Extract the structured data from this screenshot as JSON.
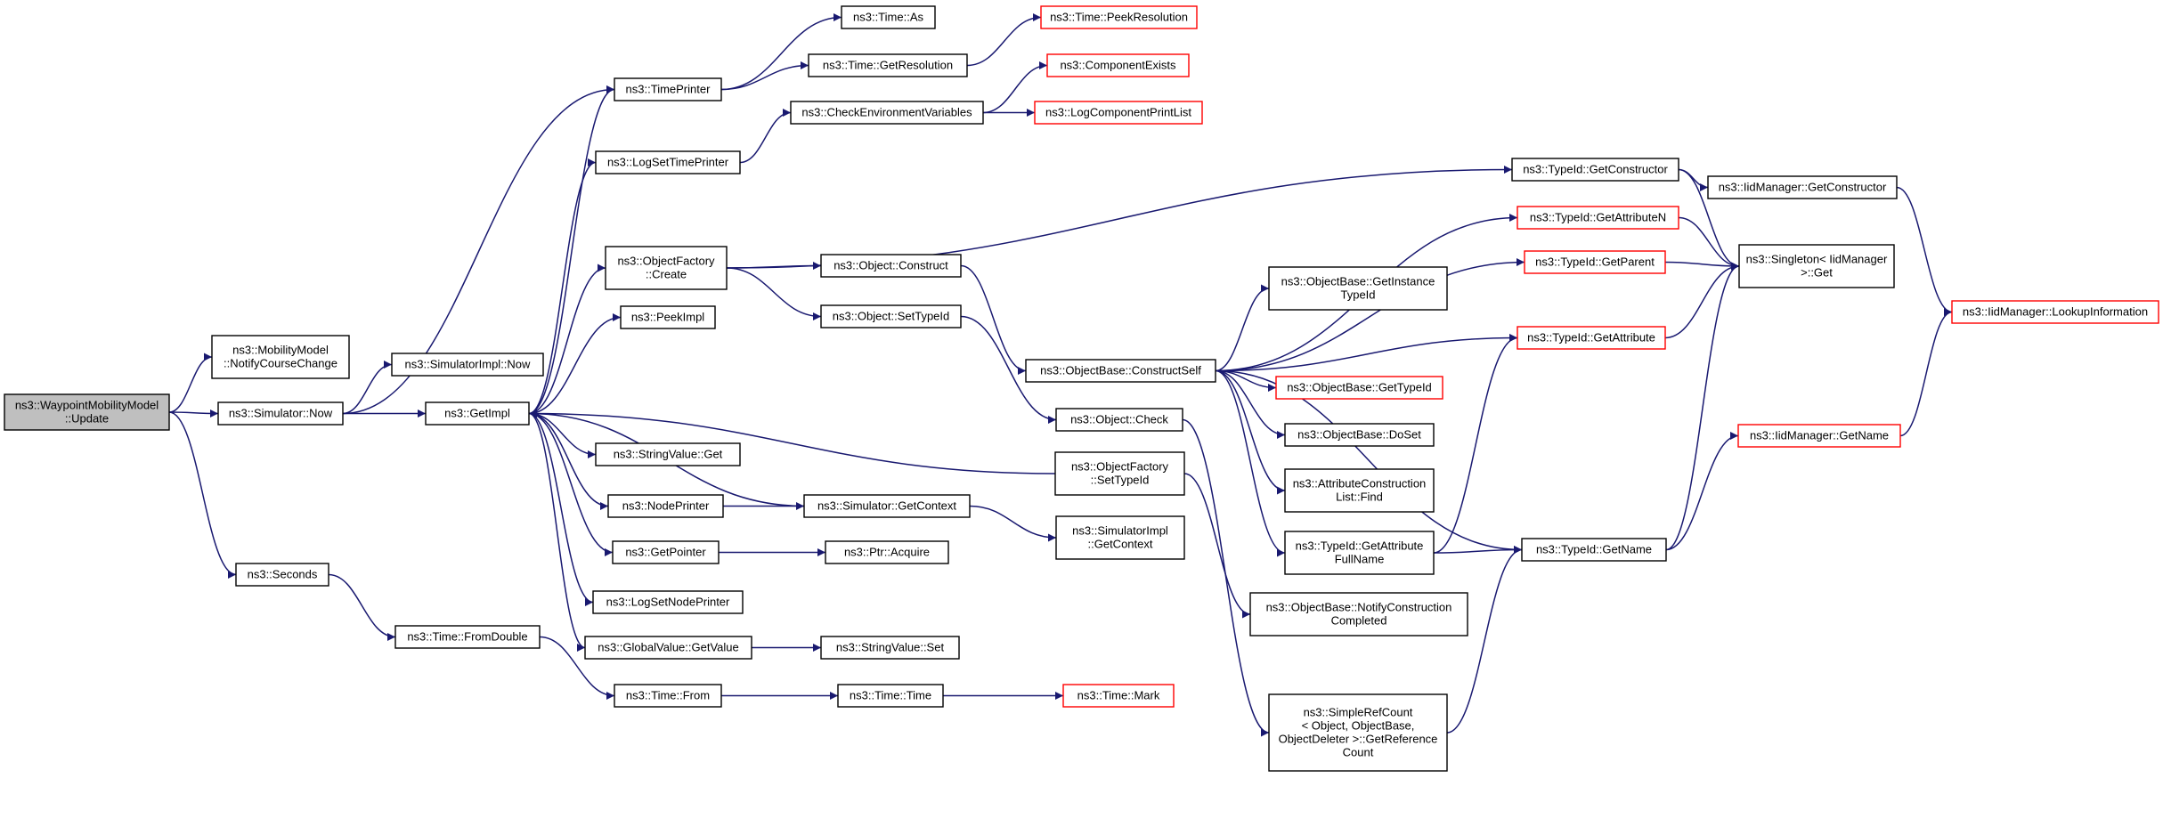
{
  "diagram": {
    "type": "call-graph",
    "colors": {
      "edge": "#191970",
      "node_border": "#000000",
      "truncated_border": "#ff0000",
      "root_fill": "#bfbfbf",
      "node_fill": "#ffffff"
    },
    "nodes": [
      {
        "id": "wp_update",
        "lines": [
          "ns3::WaypointMobilityModel",
          "::Update"
        ],
        "style": "root"
      },
      {
        "id": "notify_course",
        "lines": [
          "ns3::MobilityModel",
          "::NotifyCourseChange"
        ]
      },
      {
        "id": "sim_now",
        "lines": [
          "ns3::Simulator::Now"
        ]
      },
      {
        "id": "seconds",
        "lines": [
          "ns3::Seconds"
        ]
      },
      {
        "id": "time_printer",
        "lines": [
          "ns3::TimePrinter"
        ]
      },
      {
        "id": "simimpl_now",
        "lines": [
          "ns3::SimulatorImpl::Now"
        ]
      },
      {
        "id": "get_impl",
        "lines": [
          "ns3::GetImpl"
        ]
      },
      {
        "id": "time_fromdouble",
        "lines": [
          "ns3::Time::FromDouble"
        ]
      },
      {
        "id": "time_as",
        "lines": [
          "ns3::Time::As"
        ]
      },
      {
        "id": "time_getres",
        "lines": [
          "ns3::Time::GetResolution"
        ]
      },
      {
        "id": "time_peekres",
        "lines": [
          "ns3::Time::PeekResolution"
        ],
        "style": "truncated"
      },
      {
        "id": "check_env",
        "lines": [
          "ns3::CheckEnvironmentVariables"
        ]
      },
      {
        "id": "comp_exists",
        "lines": [
          "ns3::ComponentExists"
        ],
        "style": "truncated"
      },
      {
        "id": "logcomp_print",
        "lines": [
          "ns3::LogComponentPrintList"
        ],
        "style": "truncated"
      },
      {
        "id": "log_set_tp",
        "lines": [
          "ns3::LogSetTimePrinter"
        ]
      },
      {
        "id": "objfac_create",
        "lines": [
          "ns3::ObjectFactory",
          "::Create"
        ]
      },
      {
        "id": "peek_impl",
        "lines": [
          "ns3::PeekImpl"
        ]
      },
      {
        "id": "strval_get",
        "lines": [
          "ns3::StringValue::Get"
        ]
      },
      {
        "id": "node_printer",
        "lines": [
          "ns3::NodePrinter"
        ]
      },
      {
        "id": "get_pointer",
        "lines": [
          "ns3::GetPointer"
        ]
      },
      {
        "id": "log_set_np",
        "lines": [
          "ns3::LogSetNodePrinter"
        ]
      },
      {
        "id": "globalval_get",
        "lines": [
          "ns3::GlobalValue::GetValue"
        ]
      },
      {
        "id": "time_from",
        "lines": [
          "ns3::Time::From"
        ]
      },
      {
        "id": "obj_construct",
        "lines": [
          "ns3::Object::Construct"
        ]
      },
      {
        "id": "obj_settypeid",
        "lines": [
          "ns3::Object::SetTypeId"
        ]
      },
      {
        "id": "sim_getctx",
        "lines": [
          "ns3::Simulator::GetContext"
        ]
      },
      {
        "id": "ptr_acquire",
        "lines": [
          "ns3::Ptr::Acquire"
        ]
      },
      {
        "id": "strval_set",
        "lines": [
          "ns3::StringValue::Set"
        ]
      },
      {
        "id": "time_time",
        "lines": [
          "ns3::Time::Time"
        ]
      },
      {
        "id": "time_mark",
        "lines": [
          "ns3::Time::Mark"
        ],
        "style": "truncated"
      },
      {
        "id": "objbase_cs",
        "lines": [
          "ns3::ObjectBase::ConstructSelf"
        ]
      },
      {
        "id": "obj_check",
        "lines": [
          "ns3::Object::Check"
        ]
      },
      {
        "id": "objfac_settypeid",
        "lines": [
          "ns3::ObjectFactory",
          "::SetTypeId"
        ]
      },
      {
        "id": "simimpl_getctx",
        "lines": [
          "ns3::SimulatorImpl",
          "::GetContext"
        ]
      },
      {
        "id": "objbase_getinst",
        "lines": [
          "ns3::ObjectBase::GetInstance",
          "TypeId"
        ]
      },
      {
        "id": "objbase_gettid",
        "lines": [
          "ns3::ObjectBase::GetTypeId"
        ],
        "style": "truncated"
      },
      {
        "id": "objbase_doset",
        "lines": [
          "ns3::ObjectBase::DoSet"
        ]
      },
      {
        "id": "attr_find",
        "lines": [
          "ns3::AttributeConstruction",
          "List::Find"
        ]
      },
      {
        "id": "tid_getattrfull",
        "lines": [
          "ns3::TypeId::GetAttribute",
          "FullName"
        ]
      },
      {
        "id": "objbase_notify",
        "lines": [
          "ns3::ObjectBase::NotifyConstruction",
          "Completed"
        ]
      },
      {
        "id": "simplerefcount",
        "lines": [
          "ns3::SimpleRefCount",
          "< Object, ObjectBase,",
          "ObjectDeleter >::GetReference",
          "Count"
        ]
      },
      {
        "id": "tid_getctor",
        "lines": [
          "ns3::TypeId::GetConstructor"
        ]
      },
      {
        "id": "tid_getattrn",
        "lines": [
          "ns3::TypeId::GetAttributeN"
        ],
        "style": "truncated"
      },
      {
        "id": "tid_getparent",
        "lines": [
          "ns3::TypeId::GetParent"
        ],
        "style": "truncated"
      },
      {
        "id": "tid_getattr",
        "lines": [
          "ns3::TypeId::GetAttribute"
        ],
        "style": "truncated"
      },
      {
        "id": "tid_getname",
        "lines": [
          "ns3::TypeId::GetName"
        ]
      },
      {
        "id": "iid_getctor",
        "lines": [
          "ns3::IidManager::GetConstructor"
        ]
      },
      {
        "id": "singleton_get",
        "lines": [
          "ns3::Singleton< IidManager",
          ">::Get"
        ]
      },
      {
        "id": "iid_getname",
        "lines": [
          "ns3::IidManager::GetName"
        ],
        "style": "truncated"
      },
      {
        "id": "iid_lookup",
        "lines": [
          "ns3::IidManager::LookupInformation"
        ],
        "style": "truncated"
      }
    ],
    "edges": [
      [
        "wp_update",
        "notify_course"
      ],
      [
        "wp_update",
        "sim_now"
      ],
      [
        "wp_update",
        "seconds"
      ],
      [
        "sim_now",
        "time_printer"
      ],
      [
        "sim_now",
        "simimpl_now"
      ],
      [
        "sim_now",
        "get_impl"
      ],
      [
        "seconds",
        "time_fromdouble"
      ],
      [
        "time_printer",
        "time_as"
      ],
      [
        "time_printer",
        "time_getres"
      ],
      [
        "time_getres",
        "time_peekres"
      ],
      [
        "get_impl",
        "time_printer"
      ],
      [
        "get_impl",
        "log_set_tp"
      ],
      [
        "get_impl",
        "objfac_create"
      ],
      [
        "get_impl",
        "peek_impl"
      ],
      [
        "get_impl",
        "strval_get"
      ],
      [
        "get_impl",
        "node_printer"
      ],
      [
        "get_impl",
        "get_pointer"
      ],
      [
        "get_impl",
        "log_set_np"
      ],
      [
        "get_impl",
        "globalval_get"
      ],
      [
        "log_set_tp",
        "check_env"
      ],
      [
        "check_env",
        "comp_exists"
      ],
      [
        "check_env",
        "logcomp_print"
      ],
      [
        "objfac_create",
        "obj_construct"
      ],
      [
        "objfac_create",
        "obj_settypeid"
      ],
      [
        "objfac_create",
        "tid_getctor"
      ],
      [
        "obj_construct",
        "objbase_cs"
      ],
      [
        "obj_settypeid",
        "obj_check"
      ],
      [
        "node_printer",
        "sim_getctx"
      ],
      [
        "sim_getctx",
        "get_impl"
      ],
      [
        "sim_getctx",
        "simimpl_getctx"
      ],
      [
        "get_pointer",
        "ptr_acquire"
      ],
      [
        "globalval_get",
        "strval_set"
      ],
      [
        "time_fromdouble",
        "time_from"
      ],
      [
        "time_from",
        "time_time"
      ],
      [
        "time_time",
        "time_mark"
      ],
      [
        "objfac_settypeid",
        "get_impl"
      ],
      [
        "objfac_settypeid",
        "objbase_notify"
      ],
      [
        "obj_check",
        "simplerefcount"
      ],
      [
        "objbase_cs",
        "tid_getattrn"
      ],
      [
        "objbase_cs",
        "tid_getparent"
      ],
      [
        "objbase_cs",
        "objbase_getinst"
      ],
      [
        "objbase_cs",
        "tid_getattr"
      ],
      [
        "objbase_cs",
        "objbase_gettid"
      ],
      [
        "objbase_cs",
        "objbase_doset"
      ],
      [
        "objbase_cs",
        "attr_find"
      ],
      [
        "objbase_cs",
        "tid_getattrfull"
      ],
      [
        "objbase_cs",
        "tid_getname"
      ],
      [
        "tid_getattrfull",
        "tid_getattr"
      ],
      [
        "tid_getattrfull",
        "tid_getname"
      ],
      [
        "tid_getctor",
        "iid_getctor"
      ],
      [
        "tid_getctor",
        "singleton_get"
      ],
      [
        "tid_getattrn",
        "singleton_get"
      ],
      [
        "tid_getparent",
        "singleton_get"
      ],
      [
        "tid_getattr",
        "singleton_get"
      ],
      [
        "tid_getname",
        "singleton_get"
      ],
      [
        "tid_getname",
        "iid_getname"
      ],
      [
        "iid_getctor",
        "iid_lookup"
      ],
      [
        "iid_getname",
        "iid_lookup"
      ],
      [
        "simplerefcount",
        "tid_getname"
      ]
    ]
  }
}
